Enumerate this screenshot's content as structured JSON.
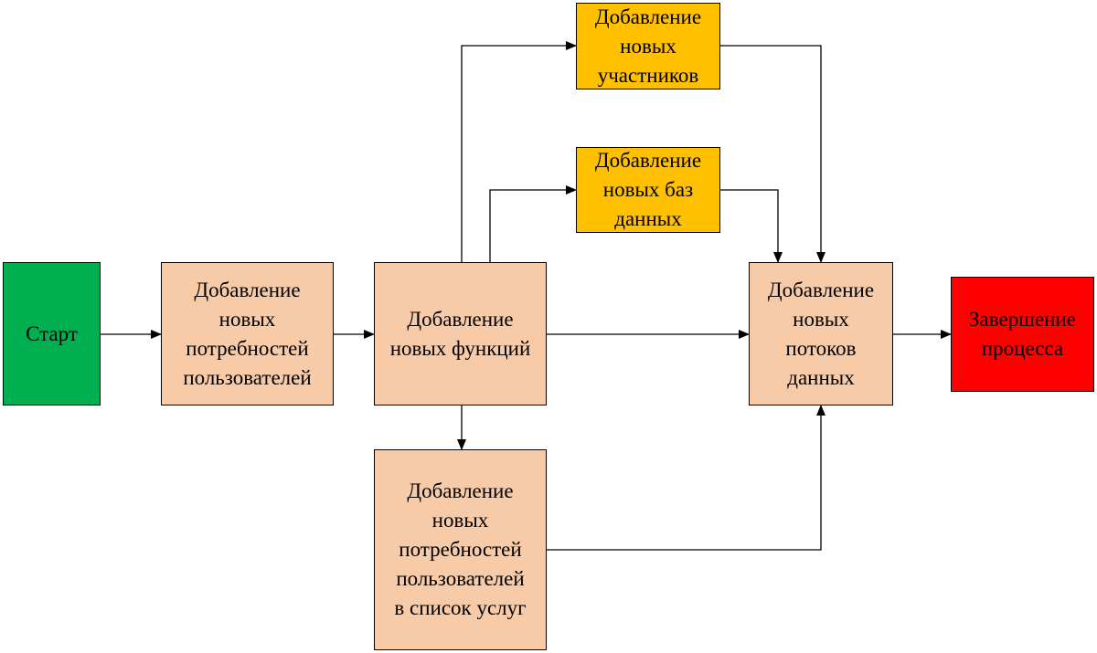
{
  "colors": {
    "start": "#00b050",
    "process": "#f8cba8",
    "database": "#ffc000",
    "end": "#ff0000",
    "line": "#000000"
  },
  "nodes": {
    "start": "Старт",
    "user_needs": "Добавление\nновых\nпотребностей\nпользователей",
    "functions": "Добавление\nновых функций",
    "participants": "Добавление\nновых\nучастников",
    "databases": "Добавление\nновых баз\nданных",
    "data_flows": "Добавление\nновых\nпотоков\nданных",
    "service_list": "Добавление\nновых\nпотребностей\nпользователей\nв список услуг",
    "end": "Завершение\nпроцесса"
  }
}
